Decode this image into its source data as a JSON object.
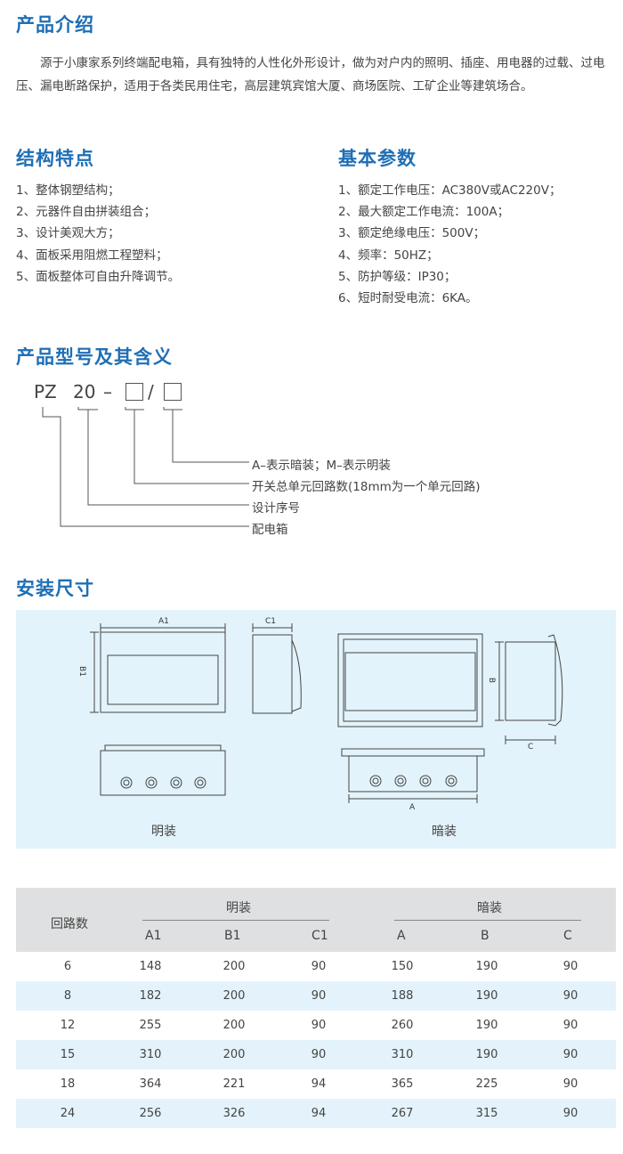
{
  "intro": {
    "title": "产品介绍",
    "body": "源于小康家系列终端配电箱，具有独特的人性化外形设计，做为对户内的照明、插座、用电器的过载、过电压、漏电断路保护，适用于各类民用住宅，高层建筑宾馆大厦、商场医院、工矿企业等建筑场合。"
  },
  "structure": {
    "title": "结构特点",
    "items": [
      "1、整体钢塑结构；",
      "2、元器件自由拼装组合；",
      "3、设计美观大方；",
      "4、面板采用阻燃工程塑料；",
      "5、面板整体可自由升降调节。"
    ]
  },
  "params": {
    "title": "基本参数",
    "items": [
      "1、额定工作电压：AC380V或AC220V；",
      "2、最大额定工作电流：100A；",
      "3、额定绝缘电压：500V；",
      "4、频率：50HZ；",
      "5、防护等级：IP30；",
      "6、短时耐受电流：6KA。"
    ]
  },
  "model": {
    "title": "产品型号及其含义",
    "code_pz": "PZ",
    "code_20": "20",
    "code_dash": "–",
    "code_slash": "/",
    "labels": [
      "A–表示暗装；M–表示明装",
      "开关总单元回路数(18mm为一个单元回路)",
      "设计序号",
      "配电箱"
    ]
  },
  "install": {
    "title": "安装尺寸",
    "surface_caption": "明装",
    "flush_caption": "暗装",
    "dims": {
      "a1": "A1",
      "b1": "B1",
      "c1": "C1",
      "a": "A",
      "b": "B",
      "c": "C"
    }
  },
  "table": {
    "circuits_header": "回路数",
    "surface_header": "明装",
    "flush_header": "暗装",
    "columns": [
      "A1",
      "B1",
      "C1",
      "A",
      "B",
      "C"
    ],
    "rows": [
      [
        "6",
        "148",
        "200",
        "90",
        "150",
        "190",
        "90"
      ],
      [
        "8",
        "182",
        "200",
        "90",
        "188",
        "190",
        "90"
      ],
      [
        "12",
        "255",
        "200",
        "90",
        "260",
        "190",
        "90"
      ],
      [
        "15",
        "310",
        "200",
        "90",
        "310",
        "190",
        "90"
      ],
      [
        "18",
        "364",
        "221",
        "94",
        "365",
        "225",
        "90"
      ],
      [
        "24",
        "256",
        "326",
        "94",
        "267",
        "315",
        "90"
      ]
    ]
  },
  "colors": {
    "heading": "#1f6fb5",
    "panel_bg": "#e3f3fb",
    "table_head_bg": "#dfe0e1",
    "row_alt_bg": "#e4f3fb"
  }
}
